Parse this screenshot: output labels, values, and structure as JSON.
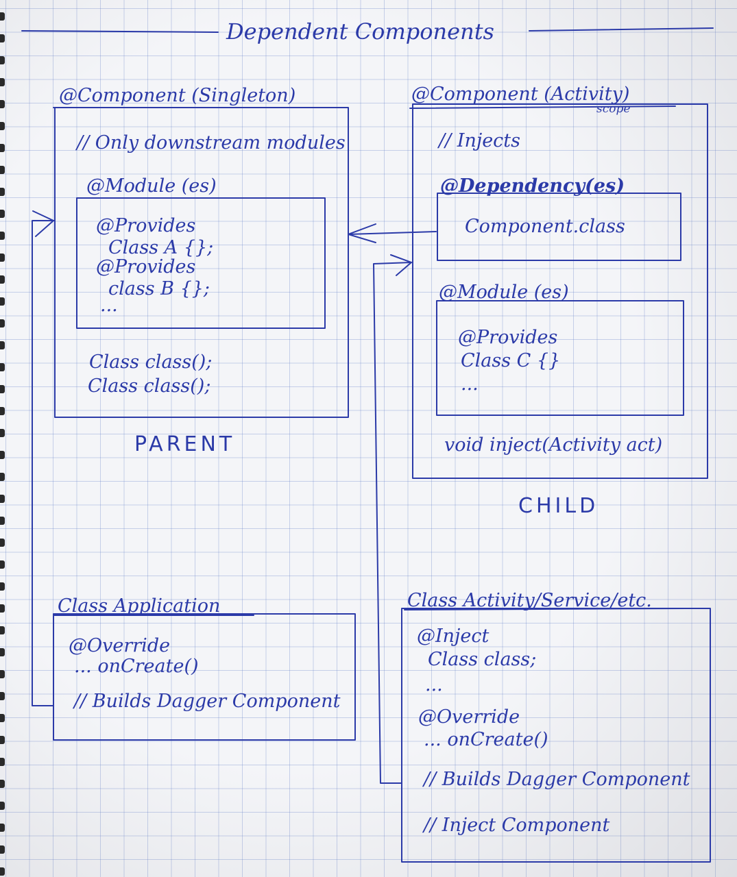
{
  "title": "Dependent Components",
  "parent": {
    "component_label": "@Component (Singleton)",
    "comment": "// Only downstream modules",
    "module_label": "@Module (es)",
    "module_lines": [
      "@Provides",
      "Class A {};",
      "@Provides",
      "class B {};",
      "..."
    ],
    "methods": [
      "Class class();",
      "Class class();"
    ],
    "caption": "PARENT"
  },
  "child": {
    "component_label": "@Component (Activity)",
    "scope_note": "scope",
    "comment": "// Injects",
    "dependency_label": "@Dependency(es)",
    "dependency_value": "Component.class",
    "module_label": "@Module (es)",
    "module_lines": [
      "@Provides",
      "Class C {}",
      "..."
    ],
    "method": "void inject(Activity act)",
    "caption": "CHILD"
  },
  "application": {
    "class_label": "Class Application",
    "lines": [
      "@Override",
      "... onCreate()",
      "// Builds Dagger Component"
    ]
  },
  "activity": {
    "class_label": "Class Activity/Service/etc.",
    "lines": [
      "@Inject",
      "Class class;",
      "...",
      "@Override",
      "... onCreate()",
      "// Builds Dagger Component",
      "// Inject Component"
    ]
  },
  "colors": {
    "ink": "#2b3aa8",
    "grid": "#8aa0d8",
    "paper": "#f4f5f8"
  }
}
